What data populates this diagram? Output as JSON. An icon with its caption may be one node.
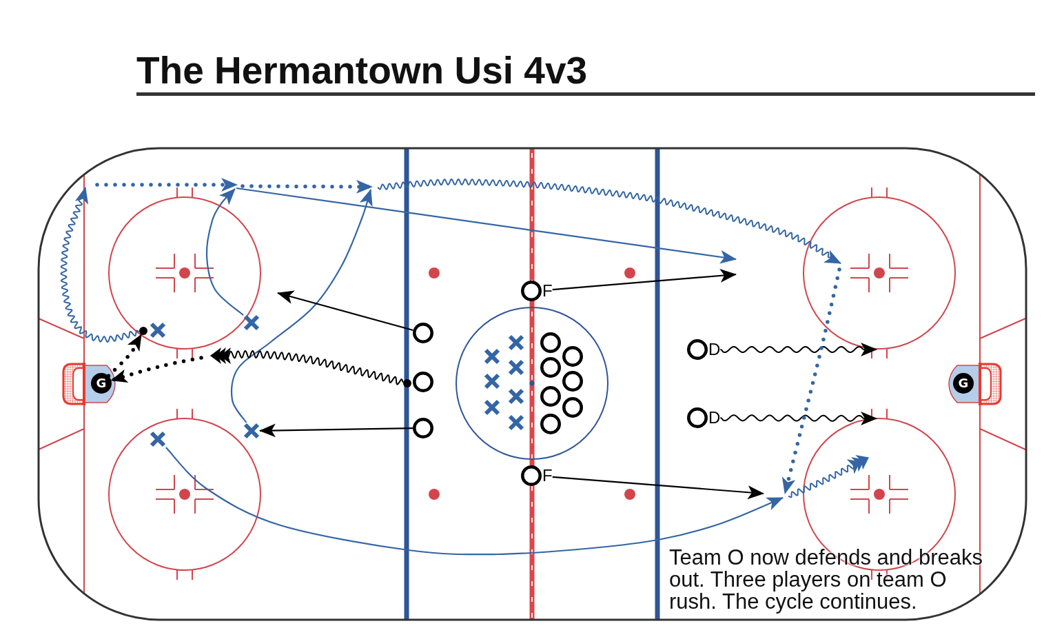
{
  "diagram": {
    "title": "The Hermantown Usi 4v3",
    "nodes": [
      {
        "text": [],
        "shape": "circle",
        "beside": [
          "F"
        ]
      },
      {
        "text": [],
        "shape": "cross"
      },
      {
        "text": [],
        "shape": "dot"
      },
      {
        "text": [],
        "shape": "cross"
      },
      {
        "text": [],
        "shape": "circle"
      },
      {
        "text": [],
        "shape": "circle",
        "beside": [
          "D"
        ]
      },
      {
        "text": [
          "G"
        ]
      },
      {
        "text": [],
        "shape": "dot"
      },
      {
        "text": [],
        "shape": "circle"
      },
      {
        "text": [
          "G"
        ]
      },
      {
        "text": [],
        "shape": "circle",
        "beside": [
          "D"
        ]
      },
      {
        "text": [],
        "shape": "circle"
      },
      {
        "text": [],
        "shape": "cross"
      },
      {
        "text": [],
        "shape": "cross"
      },
      {
        "text": [],
        "shape": "circle",
        "beside": [
          "F"
        ]
      },
      {
        "text": [],
        "shape": "cross"
      },
      {
        "text": [],
        "shape": "circle"
      },
      {
        "text": [],
        "shape": "cross"
      },
      {
        "text": [],
        "shape": "circle"
      },
      {
        "text": [],
        "shape": "cross"
      },
      {
        "text": [],
        "shape": "circle"
      },
      {
        "text": [],
        "shape": "cross"
      },
      {
        "text": [],
        "shape": "circle"
      },
      {
        "text": [],
        "shape": "cross"
      },
      {
        "text": [],
        "shape": "circle"
      },
      {
        "text": [],
        "shape": "cross"
      },
      {
        "text": [],
        "shape": "circle"
      },
      {
        "text": [],
        "shape": "cross"
      },
      {
        "text": [],
        "shape": "circle"
      }
    ],
    "edges": [
      {
        "from": 2,
        "to": null,
        "arrow": "to",
        "color": "#3465a4"
      },
      {
        "from": 1,
        "to": null,
        "arrow": "to",
        "color": "#3465a4"
      },
      {
        "from": 12,
        "to": null,
        "arrow": "to",
        "color": "#3465a4"
      },
      {
        "from": 13,
        "to": null,
        "arrow": "to",
        "color": "#3465a4"
      },
      {
        "from": 4,
        "to": null,
        "arrow": "to"
      },
      {
        "from": 11,
        "to": 12,
        "arrow": "to"
      },
      {
        "from": 7,
        "to": null,
        "arrow": "to"
      },
      {
        "from": null,
        "to": 6,
        "arrow": "to",
        "style": "dashed"
      },
      {
        "from": 6,
        "to": 2,
        "arrow": "to",
        "style": "dashed"
      },
      {
        "from": 0,
        "to": null,
        "arrow": "to"
      },
      {
        "from": 14,
        "to": null,
        "arrow": "to"
      },
      {
        "from": 5,
        "to": null,
        "arrow": "to"
      },
      {
        "from": 10,
        "to": null,
        "arrow": "to"
      }
    ],
    "labels": [
      "Team O now defends and breaks out. Three players on team O rush. The cycle continues."
    ]
  }
}
